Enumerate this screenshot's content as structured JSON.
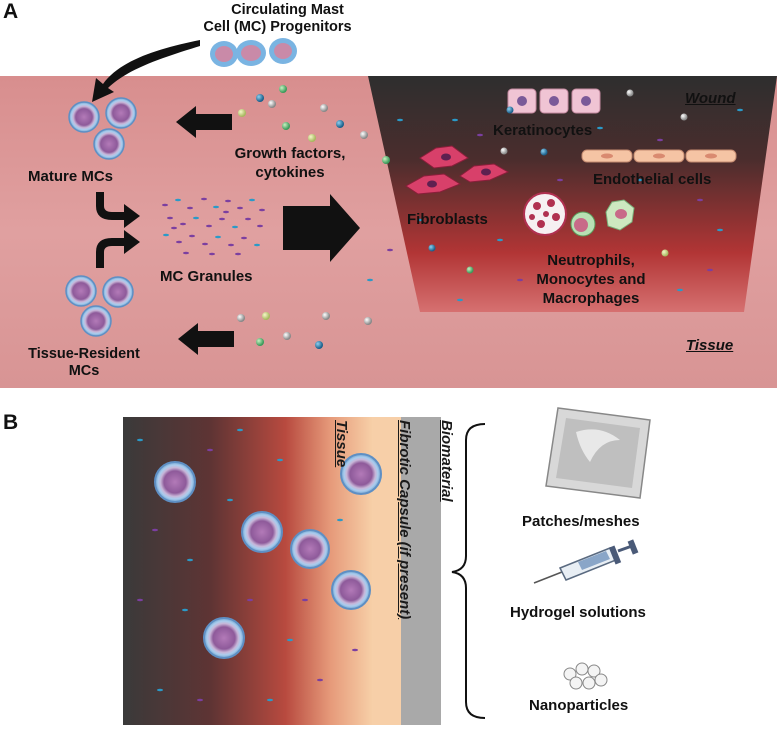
{
  "panel_a": {
    "letter": "A",
    "progenitors_label_line1": "Circulating Mast",
    "progenitors_label_line2": "Cell (MC) Progenitors",
    "mature_label": "Mature MCs",
    "granules_label": "MC Granules",
    "resident_label_line1": "Tissue-Resident",
    "resident_label_line2": "MCs",
    "growth_label_line1": "Growth factors,",
    "growth_label_line2": "cytokines",
    "keratinocytes_label": "Keratinocytes",
    "endothelial_label": "Endothelial cells",
    "fibroblasts_label": "Fibroblasts",
    "immune_label_line1": "Neutrophils,",
    "immune_label_line2": "Monocytes and",
    "immune_label_line3": "Macrophages",
    "wound_label": "Wound",
    "tissue_label": "Tissue"
  },
  "panel_b": {
    "letter": "B",
    "tissue_label": "Tissue",
    "capsule_label": "Fibrotic Capsule (if present)",
    "biomaterial_label": "Biomaterial",
    "patches_label": "Patches/meshes",
    "hydrogel_label": "Hydrogel solutions",
    "nanoparticles_label": "Nanoparticles"
  },
  "colors": {
    "tissue_pink": "#dc9898",
    "wound_dark": "#3a3a3a",
    "wound_red": "#b33a3a",
    "capsule_peach": "#f6c8a0",
    "biomaterial_grey": "#a8a8a8",
    "cell_blue": "#9fc6e8",
    "cell_purple": "#9a5aa0"
  }
}
